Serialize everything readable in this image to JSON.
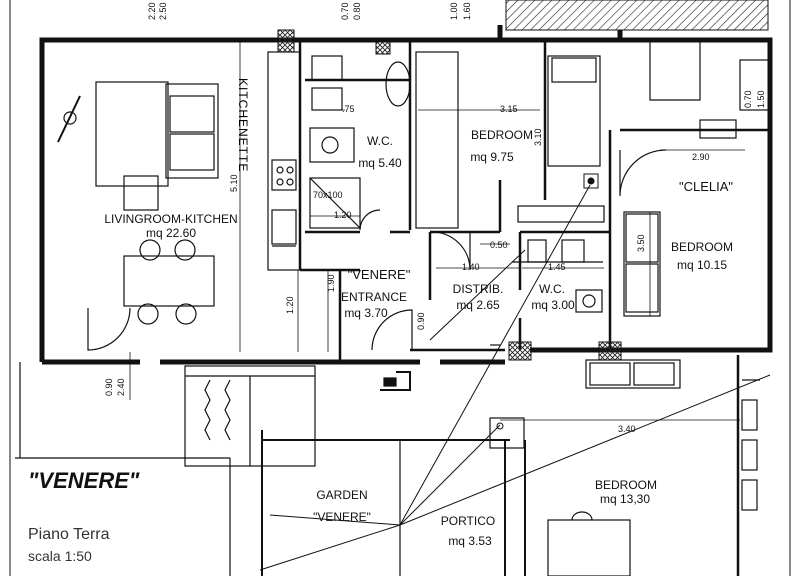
{
  "plan": {
    "name": "\"VENERE\"",
    "floor": "Piano Terra",
    "scale": "scala 1:50"
  },
  "rooms": {
    "living": {
      "name": "LIVINGROOM-KITCHEN",
      "area": "mq 22.60"
    },
    "kitchenette": {
      "name": "KITCHENETTE"
    },
    "wc1": {
      "name": "W.C.",
      "area": "mq 5.40"
    },
    "bedroom1": {
      "name": "BEDROOM",
      "area": "mq 9.75"
    },
    "clelia": {
      "name": "\"CLELIA\""
    },
    "bedroom2": {
      "name": "BEDROOM",
      "area": "mq 10.15"
    },
    "entrance": {
      "title": "\"VENERE\"",
      "name": "ENTRANCE",
      "area": "mq 3.70"
    },
    "distrib": {
      "name": "DISTRIB.",
      "area": "mq 2.65"
    },
    "wc2": {
      "name": "W.C.",
      "area": "mq 3.00"
    },
    "garden": {
      "name": "GARDEN",
      "sub": "\"VENERE\""
    },
    "portico": {
      "name": "PORTICO",
      "area": "mq 3.53"
    },
    "bedroom3": {
      "name": "BEDROOM",
      "area": "mq 13,30"
    }
  },
  "fixture": {
    "shower": "70x100"
  },
  "dims": {
    "d220": "2.20",
    "d250": "2.50",
    "d070": "0.70",
    "d080": "0.80",
    "d100": "1.00",
    "d160": "1.60",
    "d175": ".75",
    "d315": "3.15",
    "d310": "3.10",
    "d510": "5.10",
    "d120a": "1.20",
    "d190": "1.90",
    "d120b": "1.20",
    "d090a": "0.90",
    "d240": "2.40",
    "d050": "0.50",
    "d140": "1.40",
    "d145": "1.45",
    "d090b": "0.90",
    "d350": "3.50",
    "d290": "2.90",
    "d070b": "0.70",
    "d150": "1.50",
    "d340": "3.40"
  }
}
